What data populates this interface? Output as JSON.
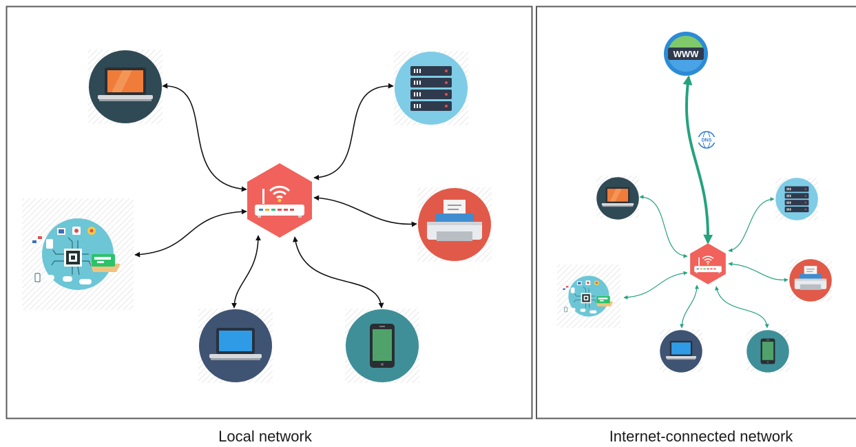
{
  "captions": {
    "local": "Local network",
    "internet": "Internet-connected network"
  },
  "labels": {
    "www": "WWW",
    "dns": "DNS"
  },
  "colors": {
    "panel_border": "#5a5a5a",
    "arrow_local": "#111111",
    "arrow_internet": "#25a27e",
    "router": "#f0625b",
    "laptop_circle": "#2f4a55",
    "server_circle": "#7fcce6",
    "printer_circle": "#e15a49",
    "iot_circle": "#6cc6d6",
    "laptop2_circle": "#3f5373",
    "phone_circle": "#3f8f98",
    "www_circle": "#2c8bd6"
  },
  "icons": [
    "router-icon",
    "laptop-icon",
    "server-icon",
    "printer-icon",
    "iot-icon",
    "phone-icon",
    "globe-icon",
    "dns-icon"
  ]
}
